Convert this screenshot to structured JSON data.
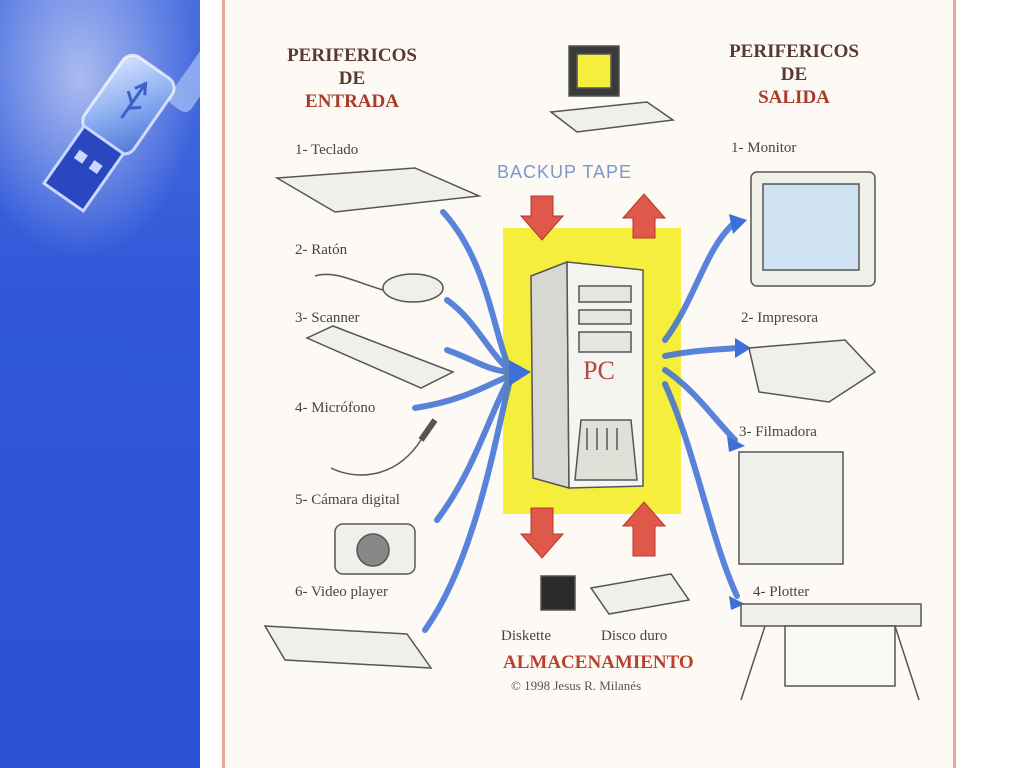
{
  "input_heading": {
    "line1": "PERIFERICOS",
    "line2": "DE",
    "line3": "ENTRADA"
  },
  "output_heading": {
    "line1": "PERIFERICOS",
    "line2": "DE",
    "line3": "SALIDA"
  },
  "input_devices": [
    "1- Teclado",
    "2- Ratón",
    "3- Scanner",
    "4- Micrófono",
    "5- Cámara digital",
    "6- Video player"
  ],
  "output_devices": [
    "1- Monitor",
    "2- Impresora",
    "3- Filmadora",
    "4- Plotter"
  ],
  "backup_label": "BACKUP TAPE",
  "center_label": "PC",
  "storage": {
    "diskette": "Diskette",
    "hard_disk": "Disco duro",
    "title": "ALMACENAMIENTO",
    "copyright": "© 1998 Jesus R. Milanés"
  },
  "colors": {
    "band": "#2f57d8",
    "center_box": "#f6ee3c",
    "arrow_blue": "#3d6fd6",
    "arrow_red": "#e0584a",
    "frame": "#e8a89a"
  }
}
